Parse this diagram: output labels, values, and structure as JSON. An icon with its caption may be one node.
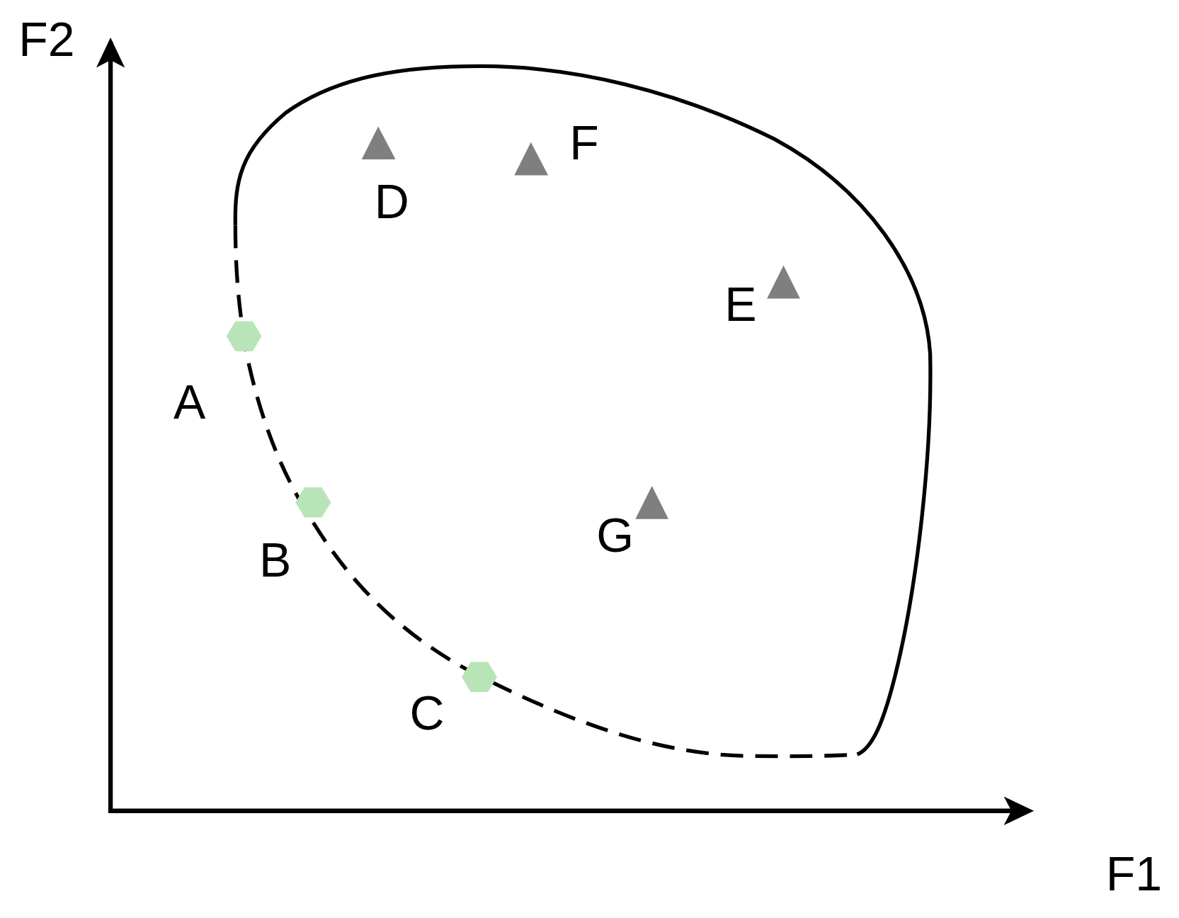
{
  "diagram": {
    "labels": [
      "F2",
      "F",
      "D",
      "E",
      "A",
      "G",
      "B",
      "C",
      "F1"
    ]
  }
}
